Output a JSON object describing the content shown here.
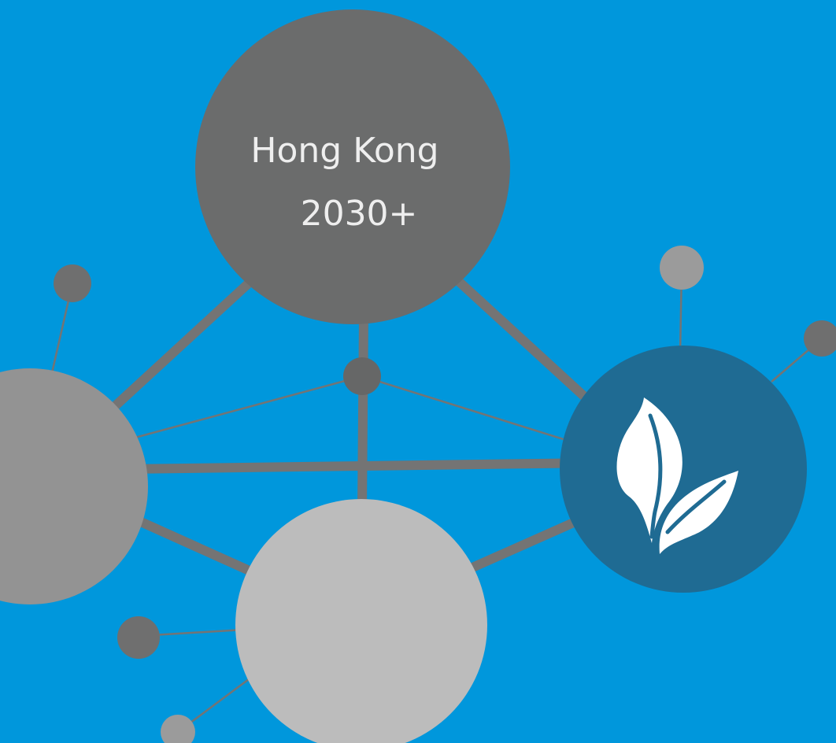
{
  "background_color": "#0097dc",
  "hub": {
    "title_line1": "Hong Kong",
    "title_line2": "2030+",
    "color": "#6b6c6c",
    "text_color": "#eeeeee"
  },
  "nodes": [
    {
      "name": "left-node",
      "color": "#939393"
    },
    {
      "name": "bottom-node",
      "color": "#bcbcbc"
    },
    {
      "name": "leaf-node",
      "color": "#1f6b93",
      "icon": "leaf-icon"
    }
  ],
  "satellite_colors": {
    "dark": "#6f6f6f",
    "light": "#9b9b9b",
    "center": "#666767"
  },
  "connector_color": "#747474"
}
